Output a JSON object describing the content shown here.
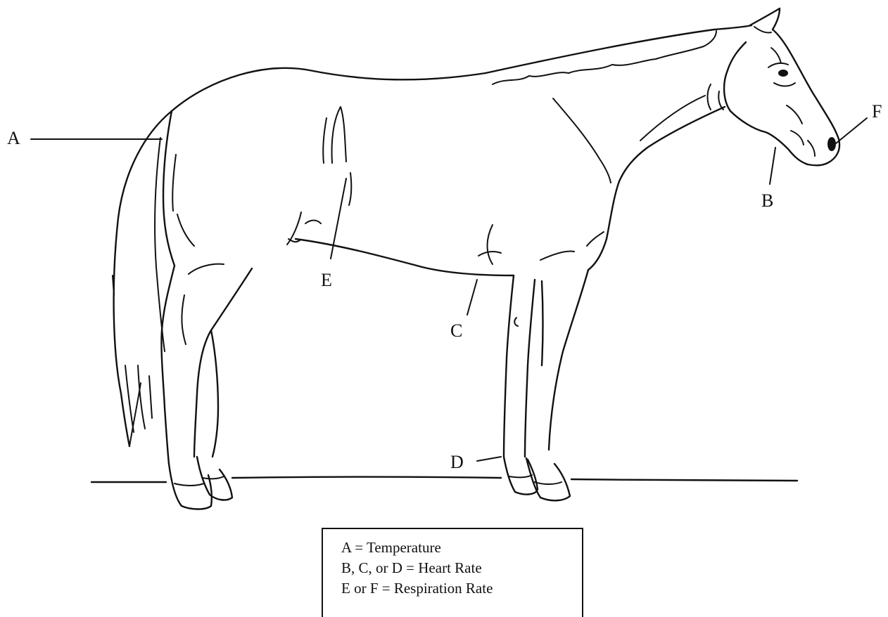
{
  "labels": {
    "a": "A",
    "b": "B",
    "c": "C",
    "d": "D",
    "e": "E",
    "f": "F"
  },
  "legend": {
    "rows": [
      "A = Temperature",
      "B, C, or D = Heart Rate",
      "E or F = Respiration Rate"
    ]
  }
}
